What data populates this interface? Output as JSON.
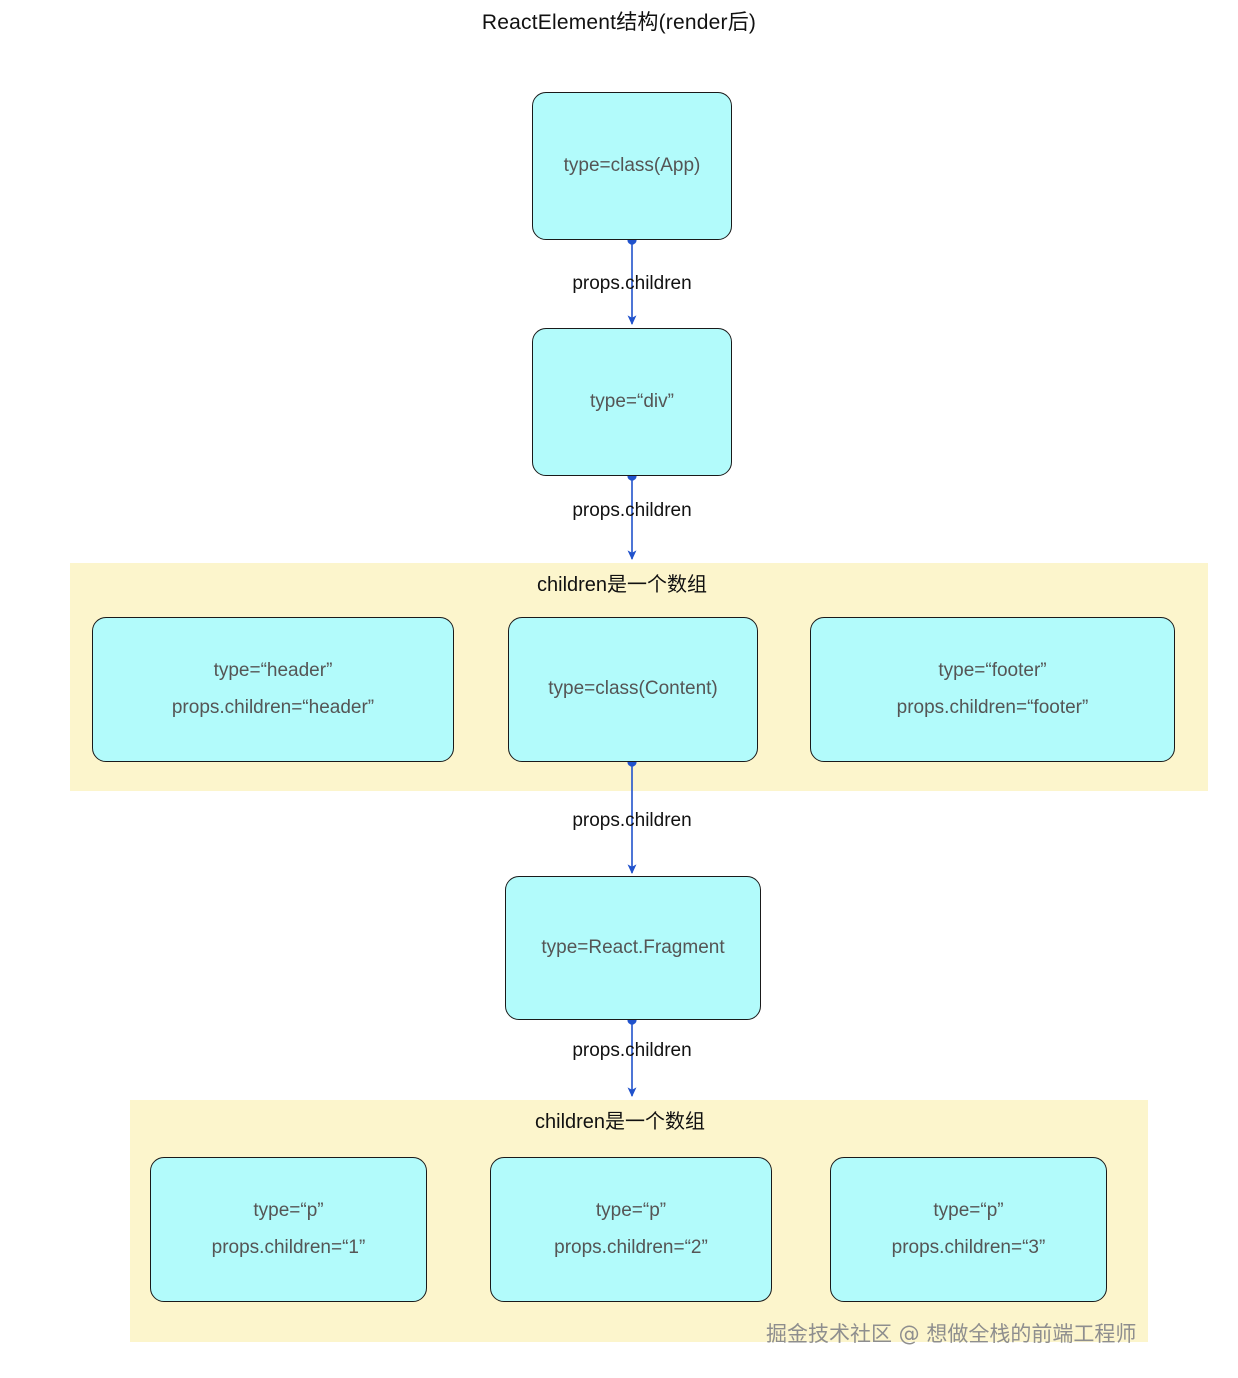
{
  "title": "ReactElement结构(render后)",
  "theme": {
    "node_fill": "#b2fbfb",
    "node_stroke": "#1a1a1a",
    "node_text": "#555555",
    "band_fill": "#fcf5cc",
    "arrow_color": "#2052cc",
    "label_text": "#111111",
    "watermark_text": "#8e8e8e",
    "page_background": "#ffffff"
  },
  "nodes": {
    "app": {
      "line1": "type=class(App)"
    },
    "div": {
      "line1": "type=“div”"
    },
    "header": {
      "line1": "type=“header”",
      "line2": "props.children=“header”"
    },
    "content": {
      "line1": "type=class(Content)"
    },
    "footer": {
      "line1": "type=“footer”",
      "line2": "props.children=“footer”"
    },
    "fragment": {
      "line1": "type=React.Fragment"
    },
    "p1": {
      "line1": "type=“p”",
      "line2": "props.children=“1”"
    },
    "p2": {
      "line1": "type=“p”",
      "line2": "props.children=“2”"
    },
    "p3": {
      "line1": "type=“p”",
      "line2": "props.children=“3”"
    }
  },
  "edges": [
    {
      "id": "app-to-div",
      "label": "props.children"
    },
    {
      "id": "div-to-children-array-1",
      "label": "props.children"
    },
    {
      "id": "content-to-fragment",
      "label": "props.children"
    },
    {
      "id": "fragment-to-children-array-2",
      "label": "props.children"
    }
  ],
  "bands": [
    {
      "id": "children-array-1",
      "label": "children是一个数组"
    },
    {
      "id": "children-array-2",
      "label": "children是一个数组"
    }
  ],
  "watermark": "掘金技术社区 @ 想做全栈的前端工程师"
}
